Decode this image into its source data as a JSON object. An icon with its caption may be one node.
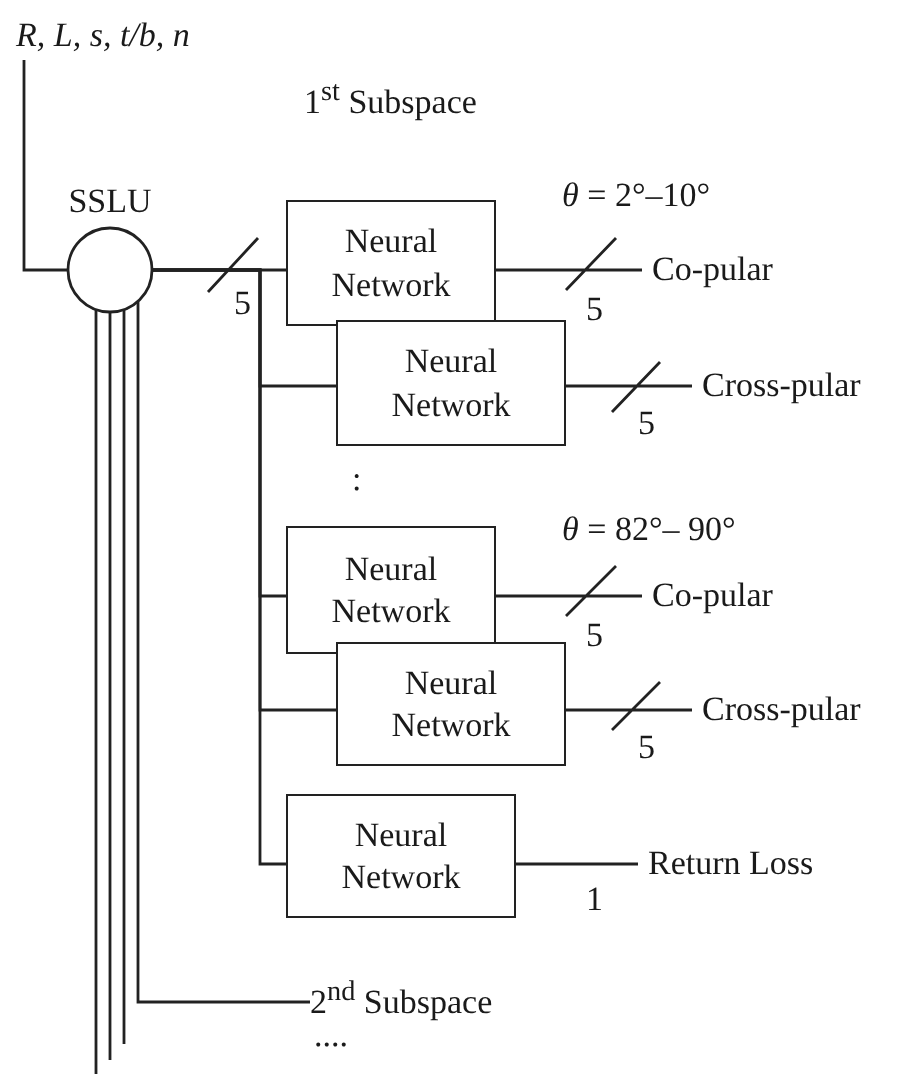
{
  "diagram": {
    "nodes": [
      {
        "text": [
          "R, L, s, t/b, n"
        ]
      },
      {
        "text": [
          "SSLU"
        ]
      },
      {
        "text": [
          "Neural Network"
        ],
        "beside": [
          "*θ* = 2°–10°"
        ]
      },
      {
        "text": [
          "Neural Network"
        ]
      },
      {
        "text": [
          "Neural Network"
        ],
        "beside": [
          "*θ* = 82°– 90°"
        ]
      },
      {
        "text": [
          "Neural Network"
        ]
      },
      {
        "text": [
          "Neural Network"
        ]
      },
      {
        "text": [
          "Co-pular"
        ]
      },
      {
        "text": [
          "Cross-pular"
        ]
      },
      {
        "text": [
          "Co-pular"
        ]
      },
      {
        "text": [
          "Cross-pular"
        ]
      },
      {
        "text": [
          "Return Loss"
        ]
      },
      {
        "text": [
          "2$^{nd}$ Subspace"
        ]
      }
    ],
    "edges": [
      {
        "from": 0,
        "to": 1,
        "arrow": "none"
      },
      {
        "from": 1,
        "to": 2,
        "arrow": "none",
        "label": "5"
      },
      {
        "from": 1,
        "to": 3,
        "arrow": "none"
      },
      {
        "from": 1,
        "to": 4,
        "arrow": "none"
      },
      {
        "from": 1,
        "to": 5,
        "arrow": "none"
      },
      {
        "from": 1,
        "to": 6,
        "arrow": "none"
      },
      {
        "from": 2,
        "to": 7,
        "arrow": "none",
        "label": "5"
      },
      {
        "from": 3,
        "to": 8,
        "arrow": "none",
        "label": "5"
      },
      {
        "from": 4,
        "to": 9,
        "arrow": "none",
        "label": "5"
      },
      {
        "from": 5,
        "to": 10,
        "arrow": "none",
        "label": "5"
      },
      {
        "from": 6,
        "to": 11,
        "arrow": "none",
        "label": "1"
      },
      {
        "from": 1,
        "to": 12,
        "arrow": "none"
      },
      {
        "from": 1,
        "to": null,
        "arrow": "none"
      },
      {
        "from": 1,
        "to": null,
        "arrow": "none"
      },
      {
        "from": 1,
        "to": null,
        "arrow": "none"
      }
    ],
    "labels": [
      "1$^{st}$ Subspace",
      ":",
      "...."
    ]
  }
}
